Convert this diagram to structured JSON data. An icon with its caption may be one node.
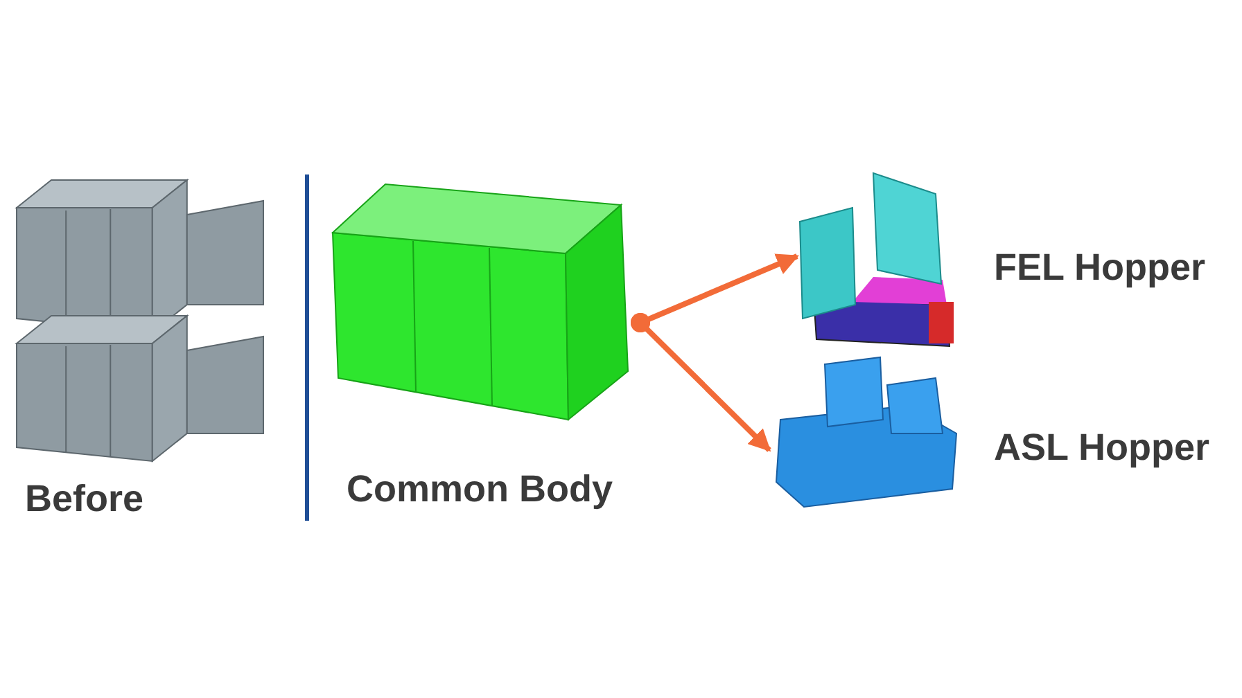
{
  "diagram": {
    "nodes": [
      {
        "text": [
          "Common Body"
        ]
      },
      {
        "text": [
          "FEL Hopper"
        ]
      },
      {
        "text": [
          "ASL Hopper"
        ]
      }
    ],
    "edges": [
      {
        "from": 0,
        "to": 1,
        "arrow": "to"
      },
      {
        "from": 0,
        "to": 2,
        "arrow": "to"
      }
    ],
    "labels": [
      "Before"
    ]
  }
}
